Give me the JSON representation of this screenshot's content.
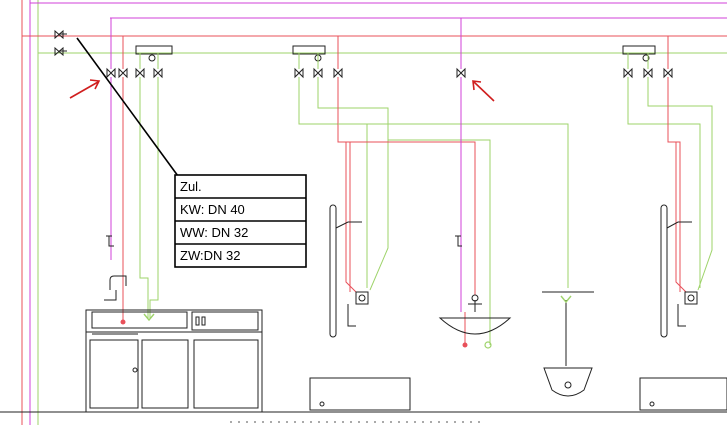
{
  "legend_box": {
    "title": "Zul.",
    "rows": [
      "KW: DN 40",
      "WW: DN 32",
      "ZW:DN 32"
    ]
  },
  "colors": {
    "cold_water": "#9ed36a",
    "hot_water": "#e8505a",
    "circulation": "#d040d8",
    "outline": "#222222",
    "marker_arrow": "#d01e1e"
  }
}
